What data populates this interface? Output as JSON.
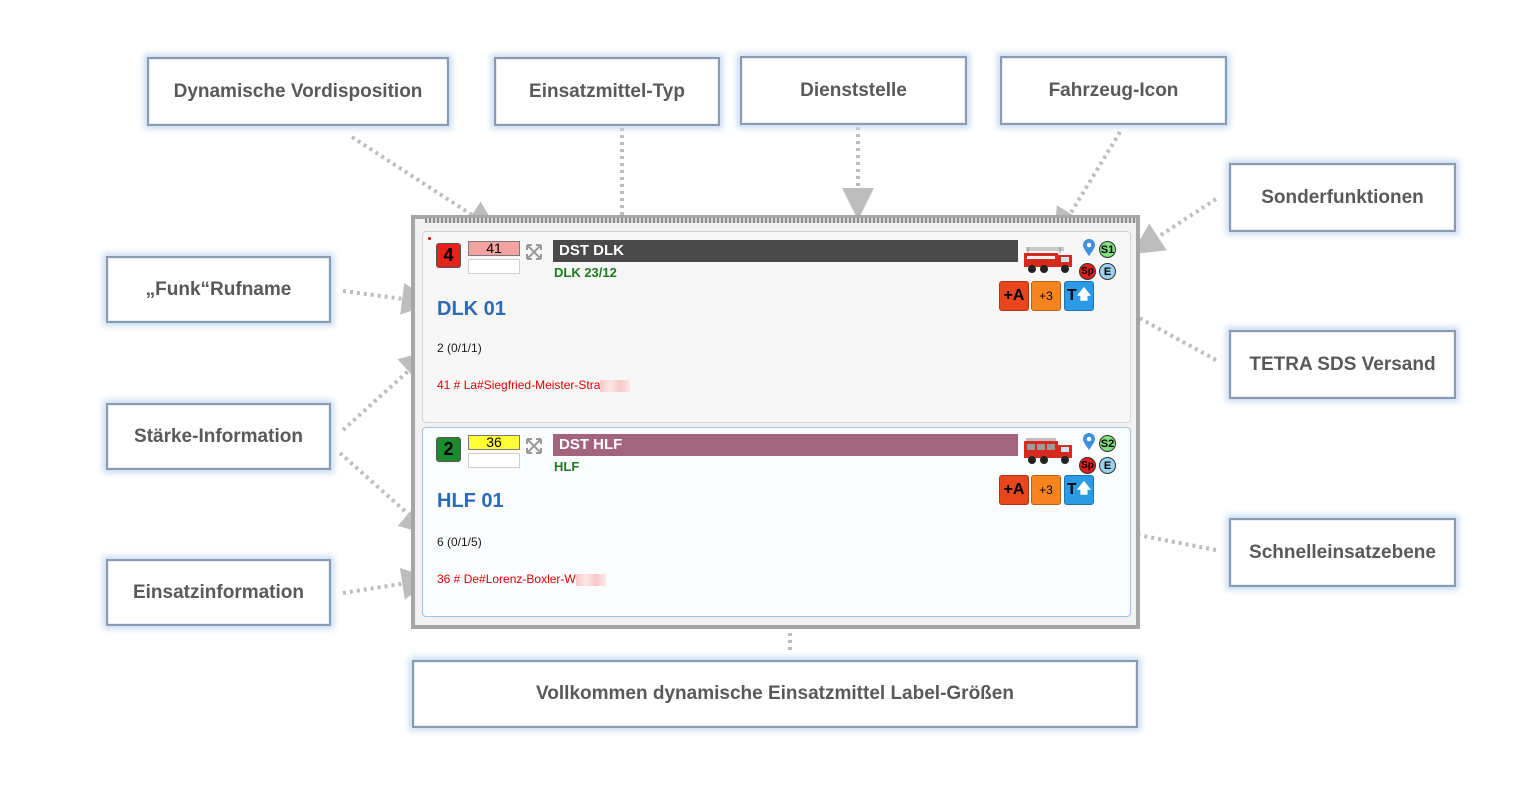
{
  "callouts": {
    "vordisposition": "Dynamische Vordisposition",
    "typ": "Einsatzmittel-Typ",
    "dienststelle": "Dienststelle",
    "fahrzeug_icon": "Fahrzeug-Icon",
    "sonderfunktionen": "Sonderfunktionen",
    "rufname": "„Funk“Rufname",
    "tetra": "TETRA SDS Versand",
    "staerke": "Stärke-Information",
    "schnell": "Schnelleinsatzebene",
    "einsatzinfo": "Einsatzinformation",
    "label_groessen": "Vollkommen dynamische Einsatzmittel Label-Größen"
  },
  "cards": [
    {
      "status": "4",
      "status_color": "#e8211d",
      "number": "41",
      "number_bg": "#f4a3a3",
      "bar_title": "DST DLK",
      "bar_color": "#4a4a4a",
      "type_label": "DLK 23/12",
      "callsign": "DLK 01",
      "strength": "2  (0/1/1)",
      "incident": "41 # La#Siegfried-Meister-Stra",
      "s_icon": "S1",
      "sp_icon": "Sp",
      "e_icon": "E",
      "btn_a": "+A",
      "btn_3": "+3",
      "btn_t": "T"
    },
    {
      "status": "2",
      "status_color": "#1e8a2e",
      "number": "36",
      "number_bg": "#ffff33",
      "bar_title": "DST HLF",
      "bar_color": "#a3657e",
      "type_label": "HLF",
      "callsign": "HLF 01",
      "strength": "6  (0/1/5)",
      "incident": "36 # De#Lorenz-Boxler-W",
      "s_icon": "S2",
      "sp_icon": "Sp",
      "e_icon": "E",
      "btn_a": "+A",
      "btn_3": "+3",
      "btn_t": "T"
    }
  ],
  "icons": [
    "fire-truck-icon",
    "location-pin-icon",
    "expand-icon",
    "arrow-up-icon"
  ],
  "colors": {
    "btn_a": "#e8461c",
    "btn_3": "#f6841f",
    "btn_t": "#2b9be8",
    "s_circle": "#7fe07f",
    "e_circle": "#9ad2f2",
    "sp_circle": "#e51c1c",
    "arrow": "#bdbdbd"
  }
}
